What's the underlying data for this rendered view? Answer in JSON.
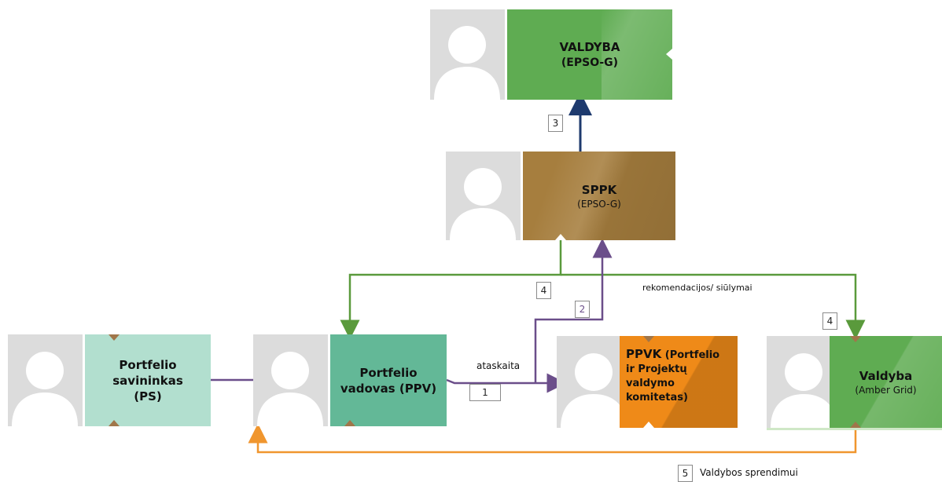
{
  "nodes": {
    "valdyba_epso": {
      "title": "VALDYBA",
      "subtitle": "(EPSO-G)",
      "color": "#5fac52"
    },
    "sppk": {
      "title": "SPPK",
      "subtitle": "(EPSO-G)",
      "color": "#a67e3e"
    },
    "ps": {
      "title": "Portfelio savininkas (PS)",
      "color": "#b2dfcf"
    },
    "ppv": {
      "title": "Portfelio vadovas (PPV)",
      "color": "#63b897"
    },
    "ppvk": {
      "title_bold": "PPVK",
      "title_rest": " (Portfelio ir Projektų valdymo komitetas)",
      "color": "#ef8a18"
    },
    "valdyba_ag": {
      "title": "Valdyba",
      "subtitle": "(Amber Grid)",
      "color": "#5fac52"
    }
  },
  "edges": {
    "ataskaita": "ataskaita",
    "rekomendacijos": "rekomendacijos/ siūlymai",
    "valdybos_sprendimui": "Valdybos sprendimui"
  },
  "step_numbers": {
    "n1": "1",
    "n2": "2",
    "n3": "3",
    "n4a": "4",
    "n4b": "4",
    "n5": "5"
  },
  "colors": {
    "purple": "#6b4e8a",
    "navy": "#1e3a6e",
    "green": "#5a9a3c",
    "orange": "#f0962e"
  }
}
